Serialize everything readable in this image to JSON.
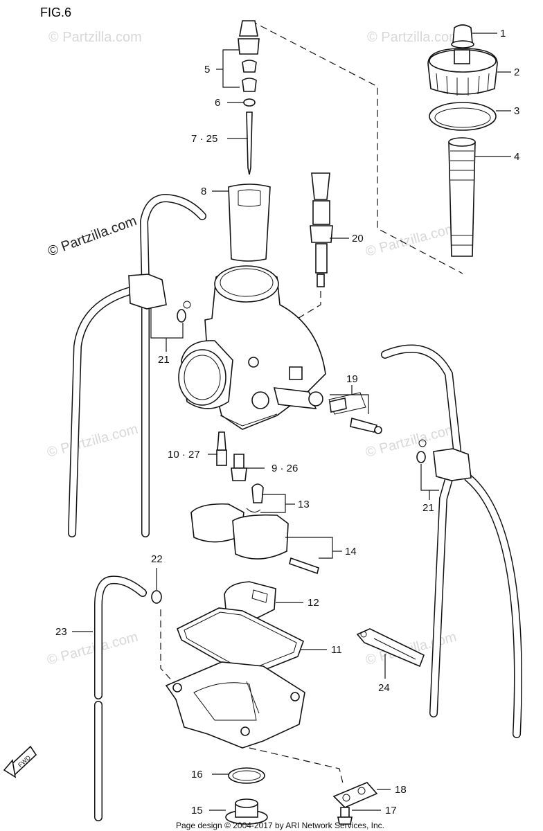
{
  "figure": {
    "title": "FIG.6",
    "fwd_badge": "FWD",
    "footer": "Page design © 2004-2017 by ARI Network Services, Inc."
  },
  "watermarks": {
    "main": "© Partzilla.com",
    "faint": "© Partzilla.com"
  },
  "callouts": [
    {
      "id": "1",
      "label": "1"
    },
    {
      "id": "2",
      "label": "2"
    },
    {
      "id": "3",
      "label": "3"
    },
    {
      "id": "4",
      "label": "4"
    },
    {
      "id": "5",
      "label": "5"
    },
    {
      "id": "6",
      "label": "6"
    },
    {
      "id": "7",
      "label": "7 · 25"
    },
    {
      "id": "8",
      "label": "8"
    },
    {
      "id": "9",
      "label": "9 · 26"
    },
    {
      "id": "10",
      "label": "10 · 27"
    },
    {
      "id": "11",
      "label": "11"
    },
    {
      "id": "12",
      "label": "12"
    },
    {
      "id": "13",
      "label": "13"
    },
    {
      "id": "14",
      "label": "14"
    },
    {
      "id": "15",
      "label": "15"
    },
    {
      "id": "16",
      "label": "16"
    },
    {
      "id": "17",
      "label": "17"
    },
    {
      "id": "18",
      "label": "18"
    },
    {
      "id": "19",
      "label": "19"
    },
    {
      "id": "20",
      "label": "20"
    },
    {
      "id": "21a",
      "label": "21"
    },
    {
      "id": "21b",
      "label": "21"
    },
    {
      "id": "22",
      "label": "22"
    },
    {
      "id": "23",
      "label": "23"
    },
    {
      "id": "24",
      "label": "24"
    }
  ]
}
